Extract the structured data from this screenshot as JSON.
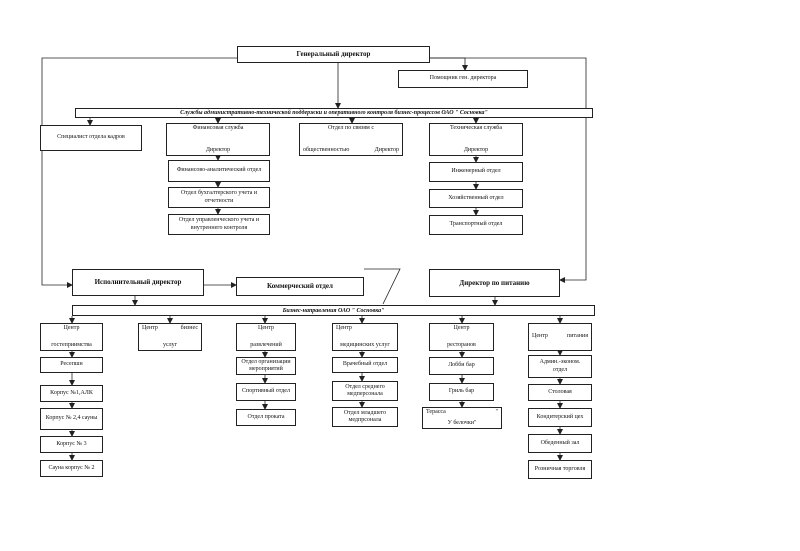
{
  "gen_dir": "Генеральный директор",
  "assistant": "Помощник ген. директора",
  "services_banner": "Службы административно-технической поддержки и оперативного контроля бизнес-процессов ОАО \" Сосновка\"",
  "hr": "Специалист отдела кадров",
  "fin": {
    "title": "Финансовая служба",
    "sub": "Директор"
  },
  "fin_units": [
    "Финансово-аналитический отдел",
    "Отдел бухгалтерского учета и отчетности",
    "Отдел управленческого учета и внутреннего контроля"
  ],
  "pr": {
    "title": "Отдел по связям с",
    "left": "общественностью",
    "right": "Директор"
  },
  "tech": {
    "title": "Техническая служба",
    "sub": "Директор"
  },
  "tech_units": [
    "Инженерный отдел",
    "Хозяйственный отдел",
    "Транспортный отдел"
  ],
  "exec_dir": "Исполнительный директор",
  "commercial": "Коммерческий отдел",
  "food_dir": "Директор по питанию",
  "business_banner": "Бизнес-направления ОАО \" Сосновка\"",
  "c1": {
    "a": "Центр",
    "b": "гостеприимства"
  },
  "c1_units": [
    "Ресепшн",
    "Корпус №1,АЛК",
    "Корпус № 2,4 сауны",
    "Корпус № 3",
    "Сауна корпус № 2"
  ],
  "c2": {
    "a": "Центр",
    "b": "бизнес",
    "c": "услуг"
  },
  "c3": {
    "a": "Центр",
    "b": "развлечений"
  },
  "c3_units": [
    "Отдел организации мероприятий",
    "Спортивный отдел",
    "Отдел проката"
  ],
  "c4": {
    "a": "Центр",
    "b": "медицинских услуг"
  },
  "c4_units": [
    "Врачебный отдел",
    "Отдел среднего медперсонала",
    "Отдел младшего медпрсонала"
  ],
  "c5": {
    "a": "Центр",
    "b": "ресторанов"
  },
  "c5_units": [
    "Лобби бар",
    "Гриль бар"
  ],
  "c5_terrace": {
    "a": "Тераcса",
    "b": "\"",
    "c": "У белочки\""
  },
  "c6": {
    "a": "Центр",
    "b": "питания"
  },
  "c6_units": [
    "Админ.-эконом. отдел",
    "Столовая",
    "Кондитерский цех",
    "Обеденный зал",
    "Розничная торговля"
  ]
}
